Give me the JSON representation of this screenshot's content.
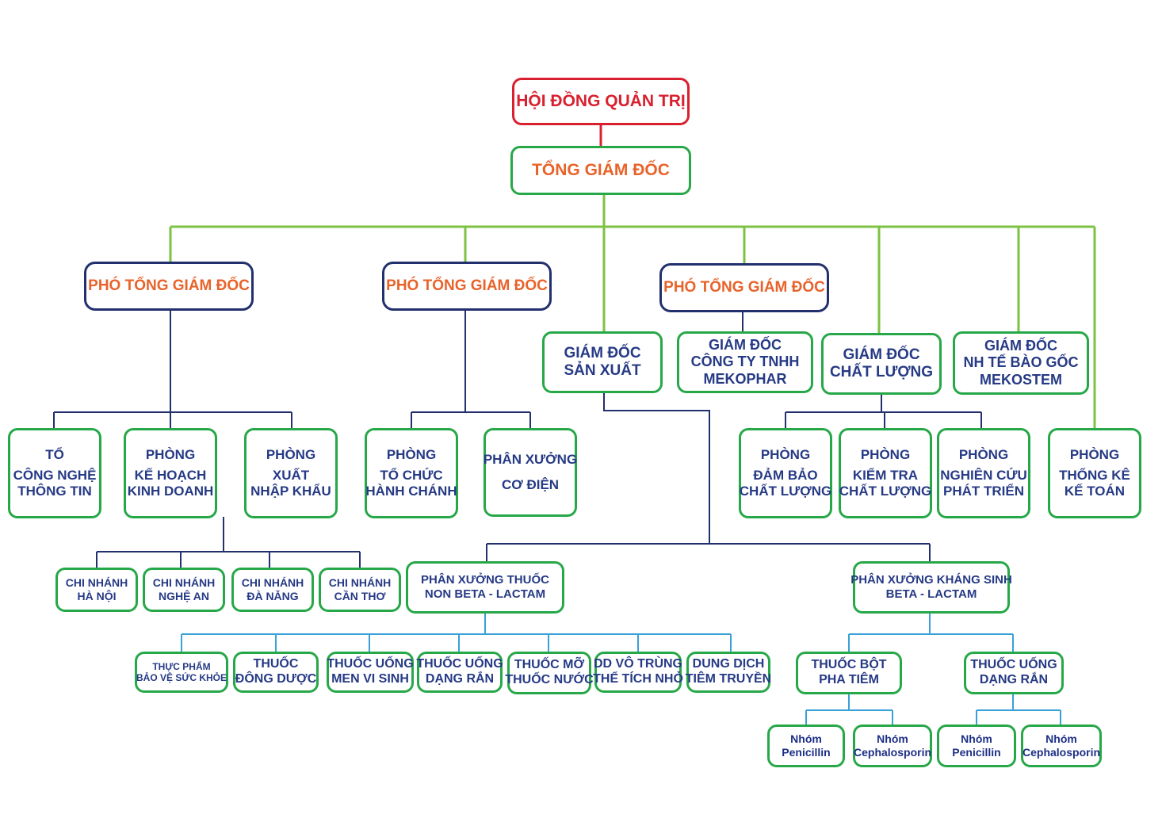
{
  "board": [
    "HỘI ĐỒNG QUẢN TRỊ"
  ],
  "ceo": [
    "TỔNG GIÁM ĐỐC"
  ],
  "deputy_1": [
    "PHÓ TỔNG GIÁM ĐỐC"
  ],
  "deputy_2": [
    "PHÓ TỔNG GIÁM ĐỐC"
  ],
  "deputy_3": [
    "PHÓ TỔNG GIÁM ĐỐC"
  ],
  "dir_production": [
    "GIÁM ĐỐC",
    "SẢN XUẤT"
  ],
  "dir_mekophar": [
    "GIÁM ĐỐC",
    "CÔNG TY TNHH",
    "MEKOPHAR"
  ],
  "dir_quality": [
    "GIÁM ĐỐC",
    "CHẤT LƯỢNG"
  ],
  "dir_mekostem": [
    "GIÁM ĐỐC",
    "NH TẾ BÀO GỐC",
    "MEKOSTEM"
  ],
  "dept_it": [
    "TỔ",
    "CÔNG NGHỆ",
    "THÔNG TIN"
  ],
  "dept_business": [
    "PHÒNG",
    "KẾ HOẠCH",
    "KINH DOANH"
  ],
  "dept_import_export": [
    "PHÒNG",
    "XUẤT",
    "NHẬP KHẨU"
  ],
  "dept_admin": [
    "PHÒNG",
    "TỔ CHỨC",
    "HÀNH CHÁNH"
  ],
  "dept_mechanical": [
    "PHÂN XƯỞNG",
    "CƠ ĐIỆN"
  ],
  "dept_qa": [
    "PHÒNG",
    "ĐẢM BẢO",
    "CHẤT LƯỢNG"
  ],
  "dept_qc": [
    "PHÒNG",
    "KIỂM TRA",
    "CHẤT LƯỢNG"
  ],
  "dept_rnd": [
    "PHÒNG",
    "NGHIÊN CỨU",
    "PHÁT TRIỂN"
  ],
  "dept_accounting": [
    "PHÒNG",
    "THỐNG KÊ",
    "KẾ TOÁN"
  ],
  "branch_hanoi": [
    "CHI NHÁNH",
    "HÀ NỘI"
  ],
  "branch_nghean": [
    "CHI NHÁNH",
    "NGHỆ AN"
  ],
  "branch_danang": [
    "CHI NHÁNH",
    "ĐÀ NẴNG"
  ],
  "branch_cantho": [
    "CHI NHÁNH",
    "CẦN THƠ"
  ],
  "workshop_non_beta": [
    "PHÂN XƯỞNG THUỐC",
    "NON BETA - LACTAM"
  ],
  "workshop_beta": [
    "PHÂN XƯỞNG KHÁNG SINH",
    "BETA - LACTAM"
  ],
  "unit_supplement": [
    "THỰC PHẨM",
    "BẢO VỆ SỨC KHỎE"
  ],
  "unit_oriental": [
    "THUỐC",
    "ĐÔNG DƯỢC"
  ],
  "unit_probiotic": [
    "THUỐC UỐNG",
    "MEN VI SINH"
  ],
  "unit_solid": [
    "THUỐC UỐNG",
    "DẠNG RẮN"
  ],
  "unit_ointment": [
    "THUỐC MỠ",
    "THUỐC NƯỚC"
  ],
  "unit_sterile": [
    "DD VÔ TRÙNG",
    "THỂ TÍCH NHỎ"
  ],
  "unit_infusion": [
    "DUNG DỊCH",
    "TIÊM TRUYỀN"
  ],
  "unit_powder_injection": [
    "THUỐC BỘT",
    "PHA TIÊM"
  ],
  "unit_beta_solid": [
    "THUỐC UỐNG",
    "DẠNG RẮN"
  ],
  "group_pen_1": [
    "Nhóm",
    "Penicillin"
  ],
  "group_ceph_1": [
    "Nhóm",
    "Cephalosporin"
  ],
  "group_pen_2": [
    "Nhóm",
    "Penicillin"
  ],
  "group_ceph_2": [
    "Nhóm",
    "Cephalosporin"
  ],
  "colors": {
    "board_red": "#d9202f",
    "deputy_navy": "#22306e",
    "title_orange": "#e8632a",
    "box_green": "#27a848",
    "connector_light_green": "#7cc243",
    "connector_blue": "#3aa0d8"
  }
}
